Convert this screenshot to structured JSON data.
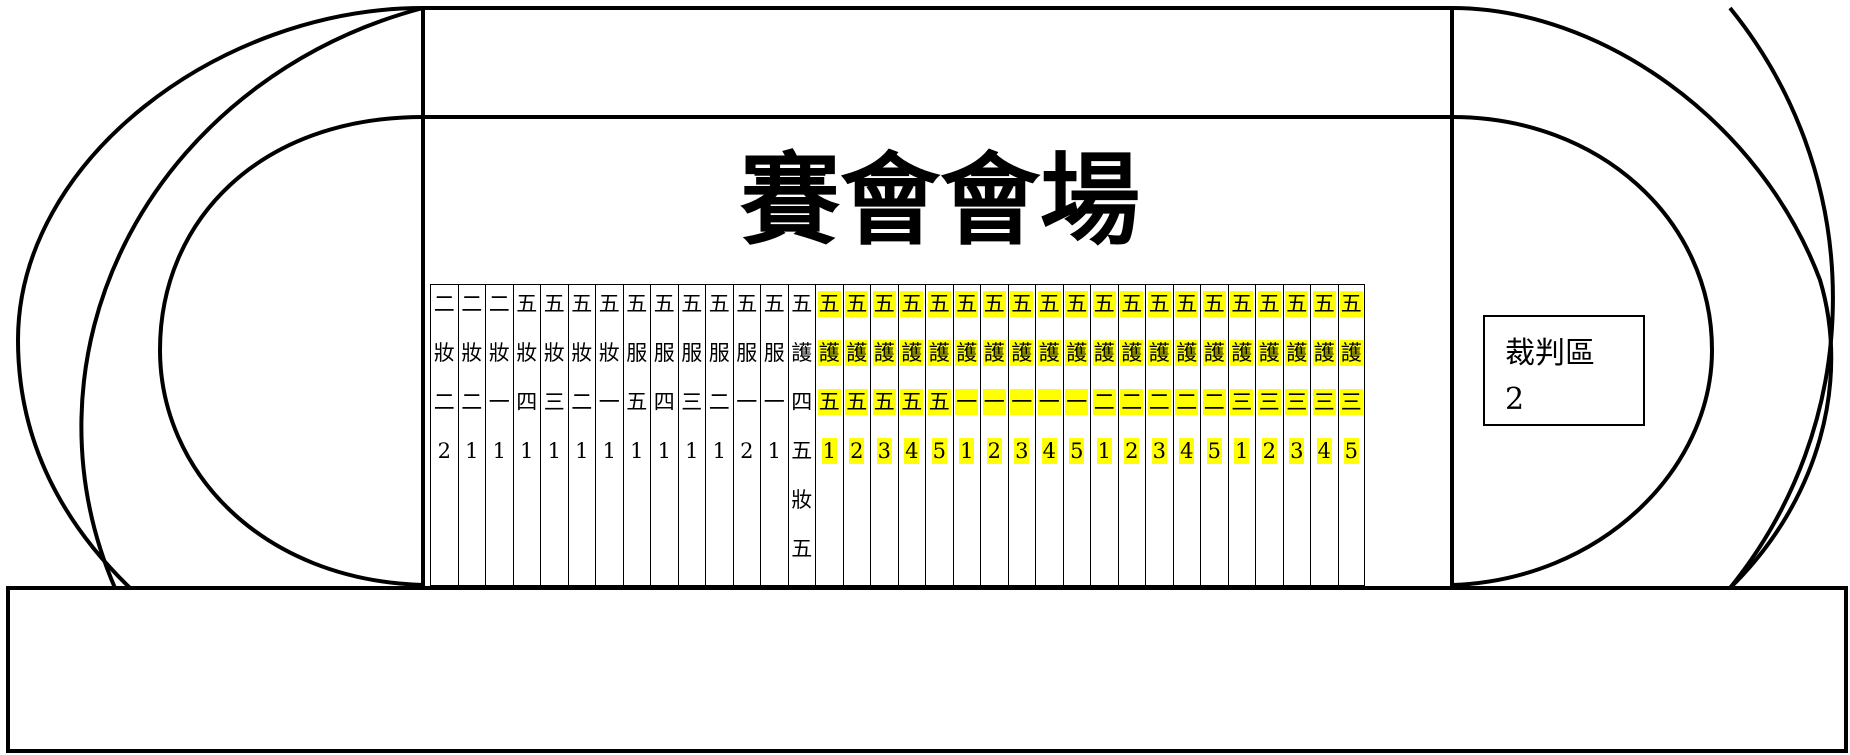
{
  "venue": {
    "title": "賽會會場"
  },
  "judge_area": {
    "label": "裁判區",
    "number": "2"
  },
  "columns": [
    {
      "chars": [
        "二",
        "妝",
        "二",
        "2"
      ],
      "highlight": false
    },
    {
      "chars": [
        "二",
        "妝",
        "二",
        "1"
      ],
      "highlight": false
    },
    {
      "chars": [
        "二",
        "妝",
        "一",
        "1"
      ],
      "highlight": false
    },
    {
      "chars": [
        "五",
        "妝",
        "四",
        "1"
      ],
      "highlight": false
    },
    {
      "chars": [
        "五",
        "妝",
        "三",
        "1"
      ],
      "highlight": false
    },
    {
      "chars": [
        "五",
        "妝",
        "二",
        "1"
      ],
      "highlight": false
    },
    {
      "chars": [
        "五",
        "妝",
        "一",
        "1"
      ],
      "highlight": false
    },
    {
      "chars": [
        "五",
        "服",
        "五",
        "1"
      ],
      "highlight": false
    },
    {
      "chars": [
        "五",
        "服",
        "四",
        "1"
      ],
      "highlight": false
    },
    {
      "chars": [
        "五",
        "服",
        "三",
        "1"
      ],
      "highlight": false
    },
    {
      "chars": [
        "五",
        "服",
        "二",
        "1"
      ],
      "highlight": false
    },
    {
      "chars": [
        "五",
        "服",
        "一",
        "2"
      ],
      "highlight": false
    },
    {
      "chars": [
        "五",
        "服",
        "一",
        "1"
      ],
      "highlight": false
    },
    {
      "chars": [
        "五",
        "護",
        "四",
        "五",
        "妝",
        "五"
      ],
      "highlight": false
    },
    {
      "chars": [
        "五",
        "護",
        "五",
        "1"
      ],
      "highlight": true
    },
    {
      "chars": [
        "五",
        "護",
        "五",
        "2"
      ],
      "highlight": true
    },
    {
      "chars": [
        "五",
        "護",
        "五",
        "3"
      ],
      "highlight": true
    },
    {
      "chars": [
        "五",
        "護",
        "五",
        "4"
      ],
      "highlight": true
    },
    {
      "chars": [
        "五",
        "護",
        "五",
        "5"
      ],
      "highlight": true
    },
    {
      "chars": [
        "五",
        "護",
        "一",
        "1"
      ],
      "highlight": true
    },
    {
      "chars": [
        "五",
        "護",
        "一",
        "2"
      ],
      "highlight": true
    },
    {
      "chars": [
        "五",
        "護",
        "一",
        "3"
      ],
      "highlight": true
    },
    {
      "chars": [
        "五",
        "護",
        "一",
        "4"
      ],
      "highlight": true
    },
    {
      "chars": [
        "五",
        "護",
        "一",
        "5"
      ],
      "highlight": true
    },
    {
      "chars": [
        "五",
        "護",
        "二",
        "1"
      ],
      "highlight": true
    },
    {
      "chars": [
        "五",
        "護",
        "二",
        "2"
      ],
      "highlight": true
    },
    {
      "chars": [
        "五",
        "護",
        "二",
        "3"
      ],
      "highlight": true
    },
    {
      "chars": [
        "五",
        "護",
        "二",
        "4"
      ],
      "highlight": true
    },
    {
      "chars": [
        "五",
        "護",
        "二",
        "5"
      ],
      "highlight": true
    },
    {
      "chars": [
        "五",
        "護",
        "三",
        "1"
      ],
      "highlight": true
    },
    {
      "chars": [
        "五",
        "護",
        "三",
        "2"
      ],
      "highlight": true
    },
    {
      "chars": [
        "五",
        "護",
        "三",
        "3"
      ],
      "highlight": true
    },
    {
      "chars": [
        "五",
        "護",
        "三",
        "4"
      ],
      "highlight": true
    },
    {
      "chars": [
        "五",
        "護",
        "三",
        "5"
      ],
      "highlight": true
    }
  ],
  "colors": {
    "highlight": "#ffff00",
    "line": "#000000"
  }
}
